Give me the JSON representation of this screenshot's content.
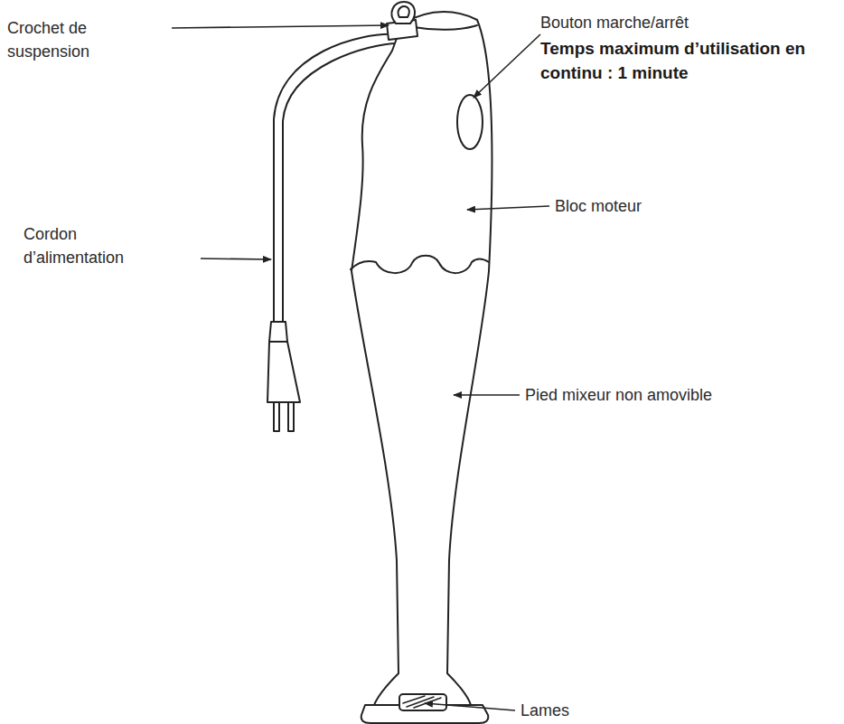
{
  "diagram": {
    "labels": [
      "Crochet de suspension",
      "Bouton marche/arrêt",
      "Temps maximum d’utilisation en continu : 1 minute",
      "Bloc moteur",
      "Cordon d’alimentation",
      "Pied mixeur non amovible",
      "Lames"
    ]
  }
}
